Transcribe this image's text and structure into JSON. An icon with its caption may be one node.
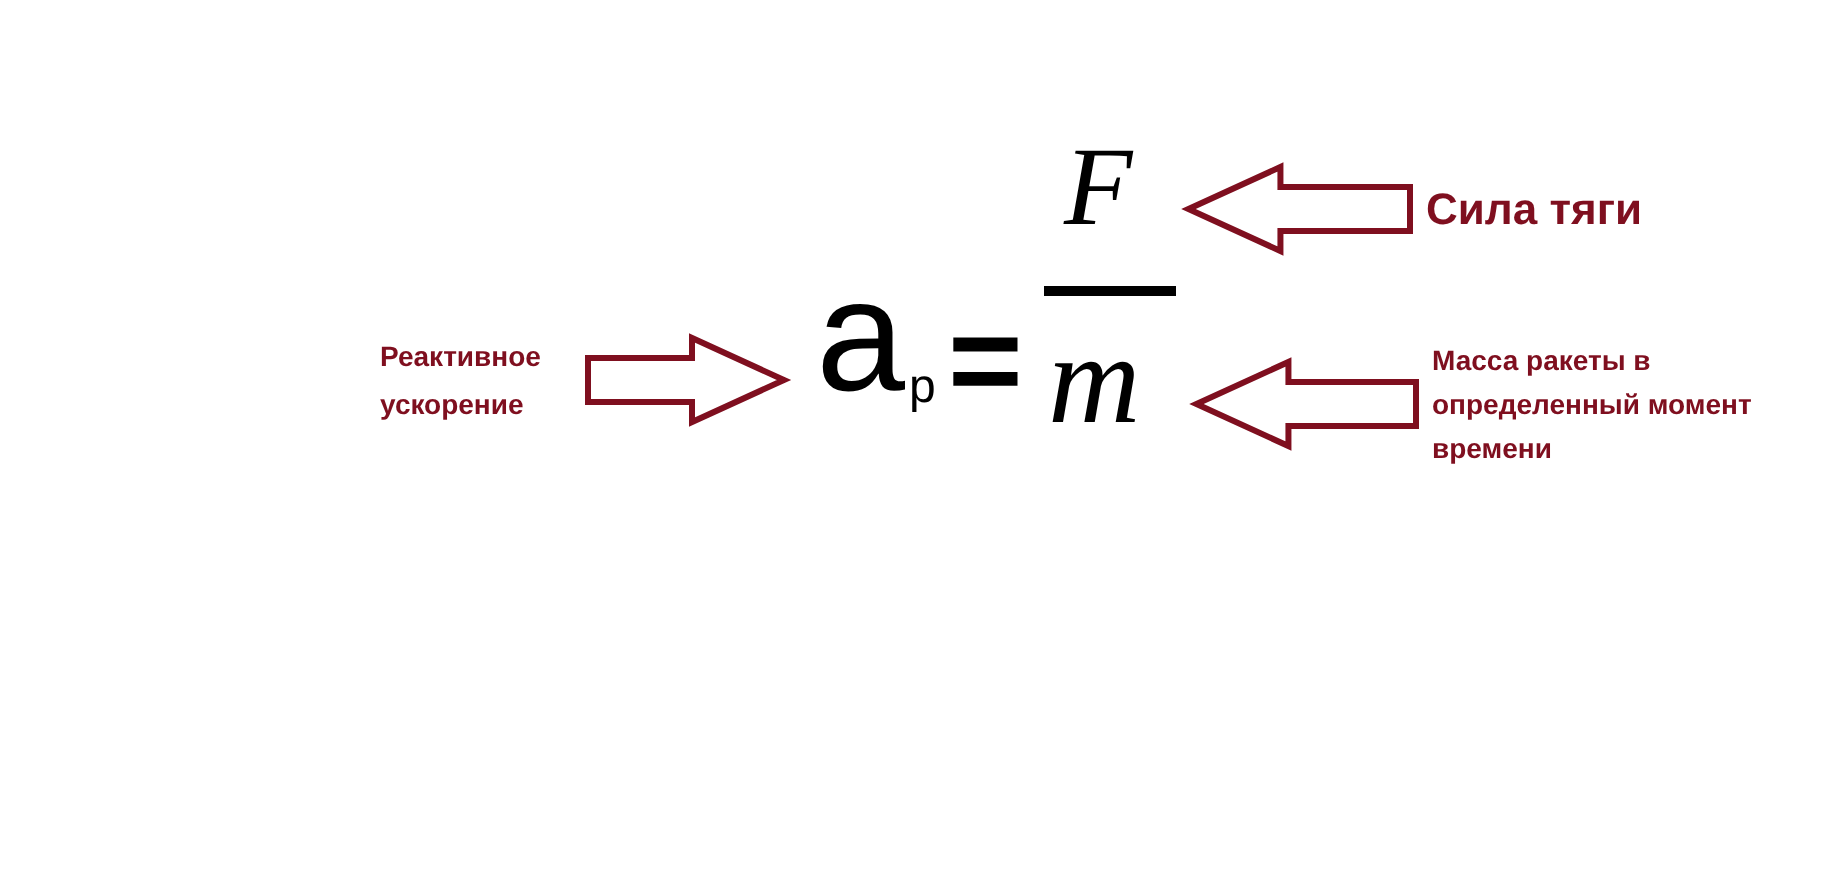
{
  "diagram": {
    "nodes": [
      {
        "text": [
          "Реактивное ускорение"
        ]
      },
      {
        "text": [
          "a$_{p}$"
        ]
      },
      {
        "text": [
          "F"
        ]
      },
      {
        "text": [
          "m"
        ]
      },
      {
        "text": [
          "Сила тяги"
        ]
      },
      {
        "text": [
          "Масса ракеты в определенный момент времени"
        ]
      }
    ],
    "edges": [
      {
        "from": 0,
        "to": 1,
        "arrow": "to"
      },
      {
        "from": 4,
        "to": 2,
        "arrow": "to"
      },
      {
        "from": 5,
        "to": 3,
        "arrow": "to"
      }
    ],
    "labels": [
      "="
    ]
  }
}
